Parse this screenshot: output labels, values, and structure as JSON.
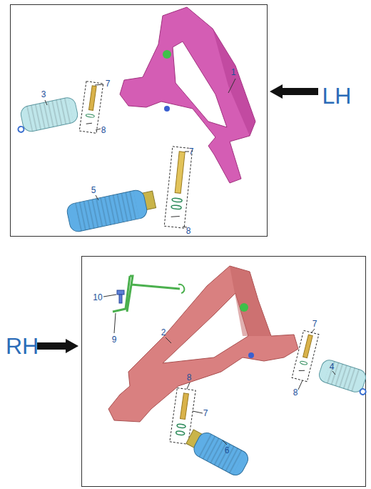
{
  "diagram": {
    "labels": [
      "7",
      "1",
      "3",
      "LH",
      "8",
      "7",
      "5",
      "8",
      "10",
      "7",
      "2",
      "9",
      "RH",
      "4",
      "8",
      "8",
      "7",
      "6"
    ]
  }
}
